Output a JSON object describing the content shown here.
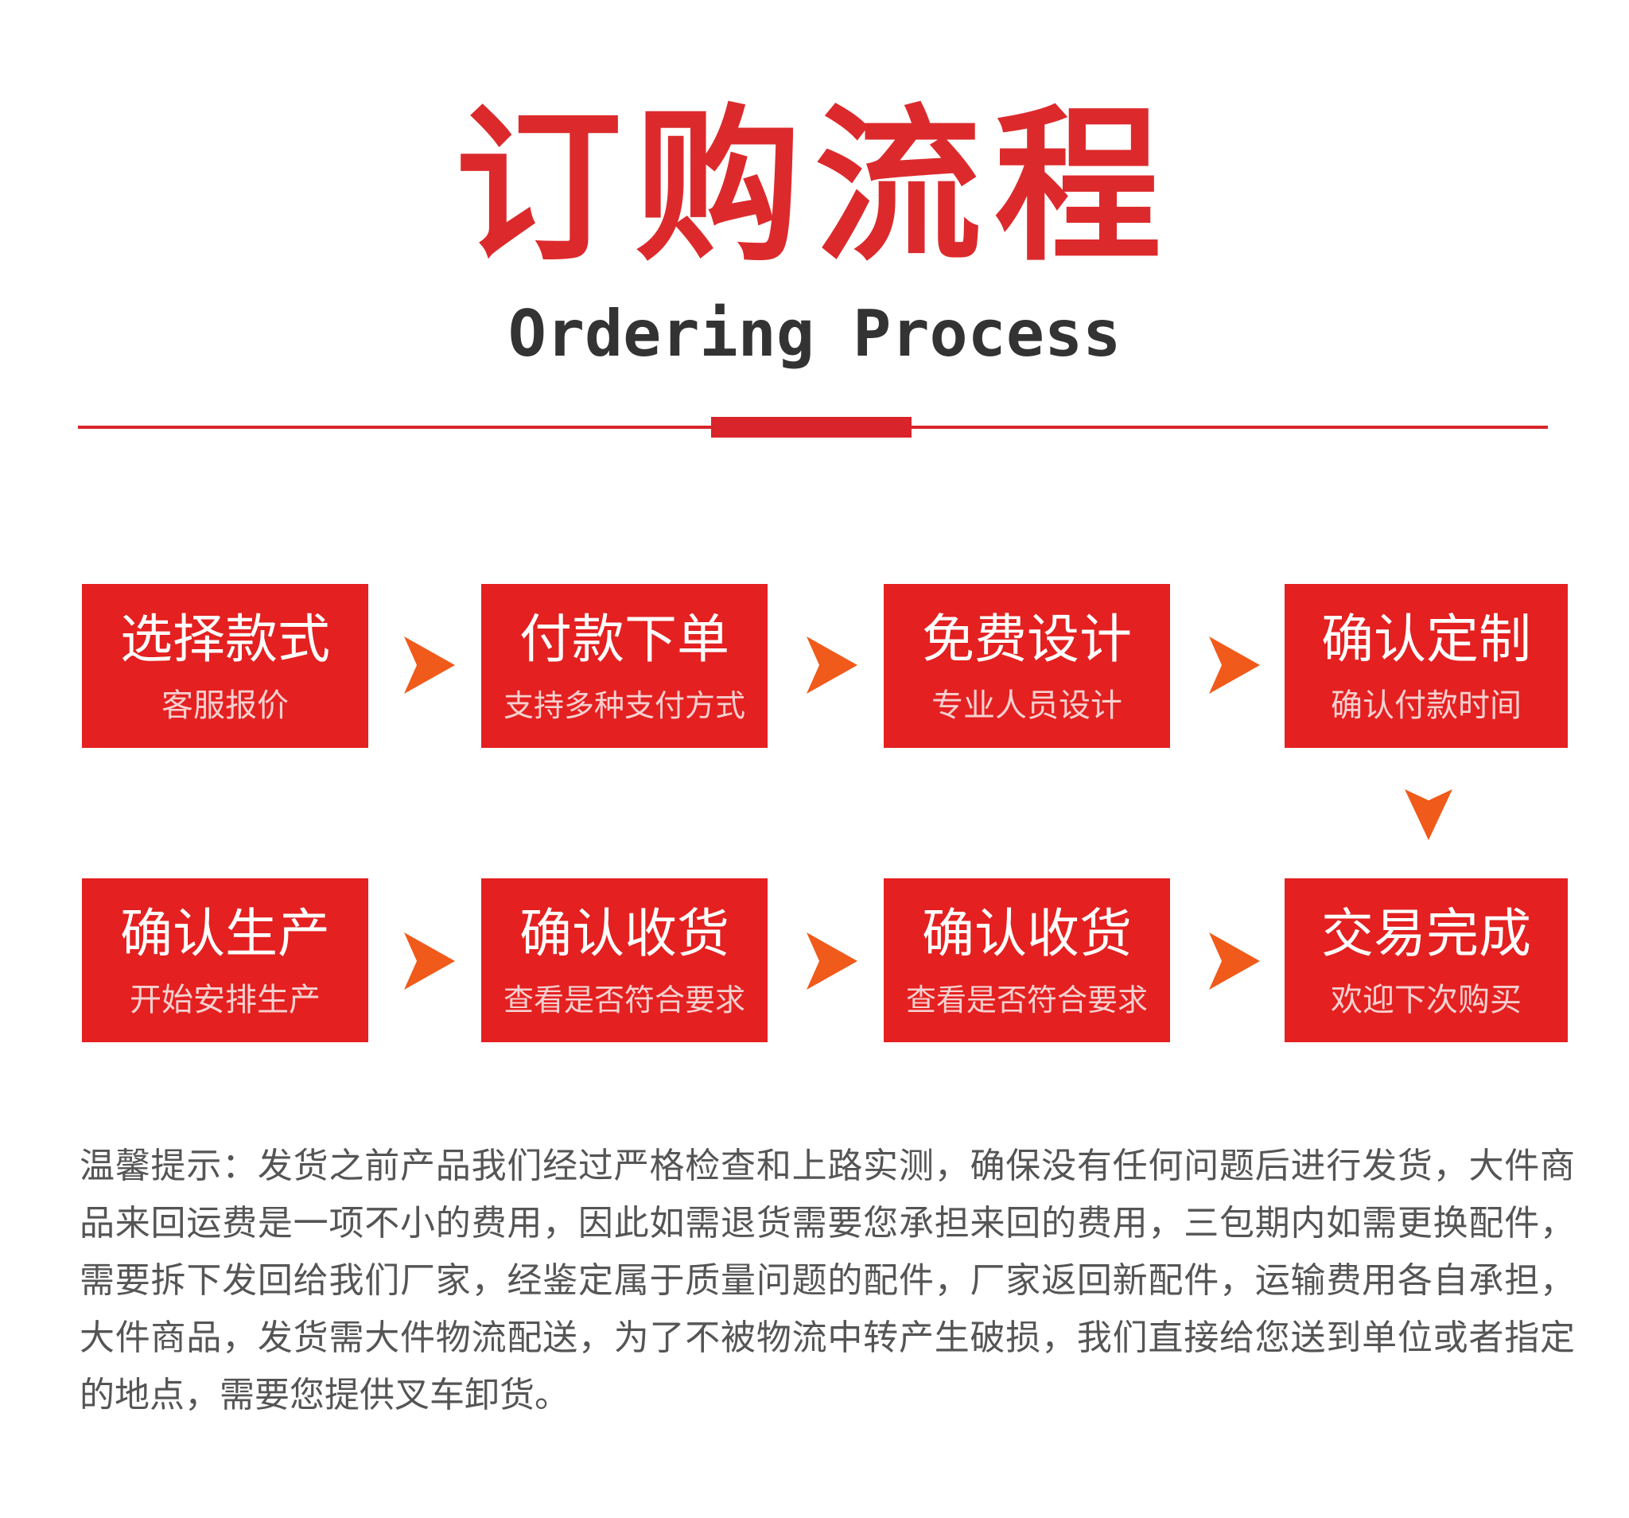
{
  "header": {
    "title_cn": "订购流程",
    "title_en": "Ordering Process"
  },
  "colors": {
    "accent_red": "#dc2a2c",
    "step_box_red": "#e42020",
    "arrow_orange": "#f05a1a"
  },
  "steps": [
    {
      "title": "选择款式",
      "subtitle": "客服报价"
    },
    {
      "title": "付款下单",
      "subtitle": "支持多种支付方式"
    },
    {
      "title": "免费设计",
      "subtitle": "专业人员设计"
    },
    {
      "title": "确认定制",
      "subtitle": "确认付款时间"
    },
    {
      "title": "确认生产",
      "subtitle": "开始安排生产"
    },
    {
      "title": "确认收货",
      "subtitle": "查看是否符合要求"
    },
    {
      "title": "确认收货",
      "subtitle": "查看是否符合要求"
    },
    {
      "title": "交易完成",
      "subtitle": "欢迎下次购买"
    }
  ],
  "arrows": [
    "arrow-right-icon",
    "arrow-down-icon"
  ],
  "note": {
    "label": "温馨提示：",
    "body": "发货之前产品我们经过严格检查和上路实测，确保没有任何问题后进行发货，大件商品来回运费是一项不小的费用，因此如需退货需要您承担来回的费用，三包期内如需更换配件，需要拆下发回给我们厂家，经鉴定属于质量问题的配件，厂家返回新配件，运输费用各自承担，大件商品，发货需大件物流配送，为了不被物流中转产生破损，我们直接给您送到单位或者指定的地点，需要您提供叉车卸货。"
  }
}
